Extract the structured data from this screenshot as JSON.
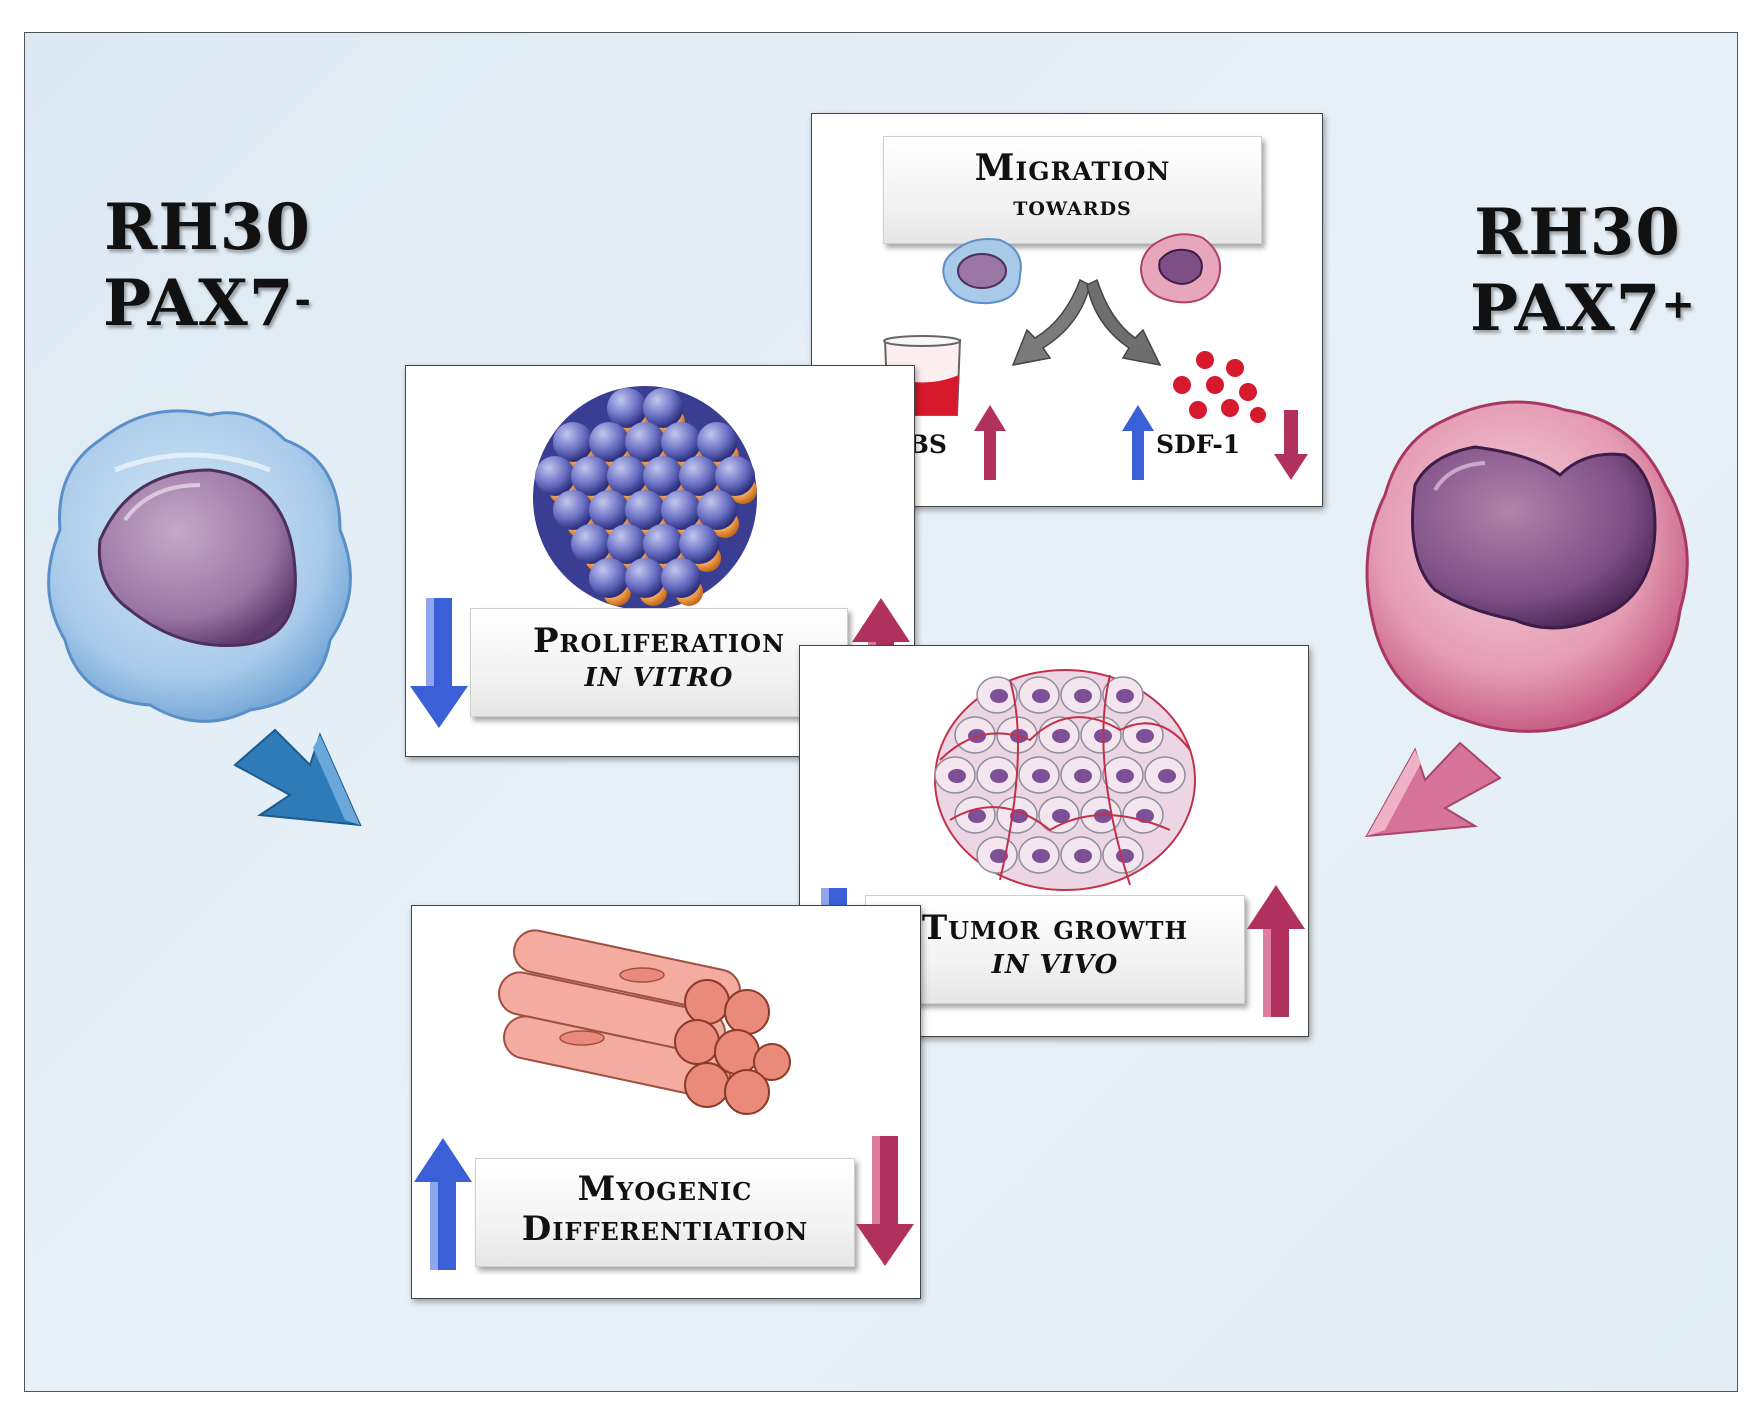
{
  "left_cell": {
    "line1": "RH30",
    "line2": "PAX7",
    "sup": "-"
  },
  "right_cell": {
    "line1": "RH30",
    "line2": "PAX7",
    "sup": "+"
  },
  "migration": {
    "title": "Migration",
    "subtitle": "towards",
    "fbs": "FBS",
    "sdf": "SDF-1"
  },
  "proliferation": {
    "title": "Proliferation",
    "subtitle": "IN VITRO"
  },
  "tumor": {
    "title": "Tumor growth",
    "subtitle": "IN VIVO"
  },
  "myogenic": {
    "title": "Myogenic",
    "subtitle": "Differentiation"
  },
  "colors": {
    "blue": "#3a5fd6",
    "magenta": "#b0305e",
    "background": "#e4eef7"
  }
}
